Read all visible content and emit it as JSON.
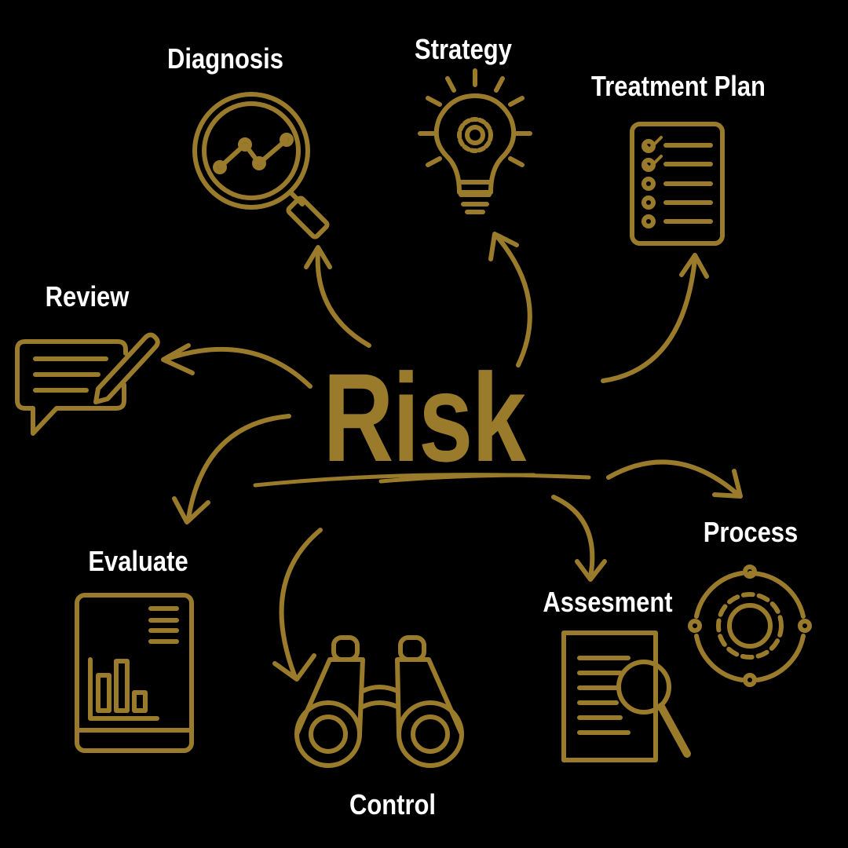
{
  "title": "Risk",
  "accent_color": "#9a7b2c",
  "nodes": {
    "diagnosis": {
      "label": "Diagnosis",
      "icon": "magnifier-chart-icon"
    },
    "strategy": {
      "label": "Strategy",
      "icon": "lightbulb-gear-icon"
    },
    "treatment_plan": {
      "label": "Treatment Plan",
      "icon": "checklist-icon"
    },
    "review": {
      "label": "Review",
      "icon": "chat-pencil-icon"
    },
    "evaluate": {
      "label": "Evaluate",
      "icon": "report-book-icon"
    },
    "control": {
      "label": "Control",
      "icon": "binoculars-icon"
    },
    "assesment": {
      "label": "Assesment",
      "icon": "document-search-icon"
    },
    "process": {
      "label": "Process",
      "icon": "gear-cycle-icon"
    }
  }
}
